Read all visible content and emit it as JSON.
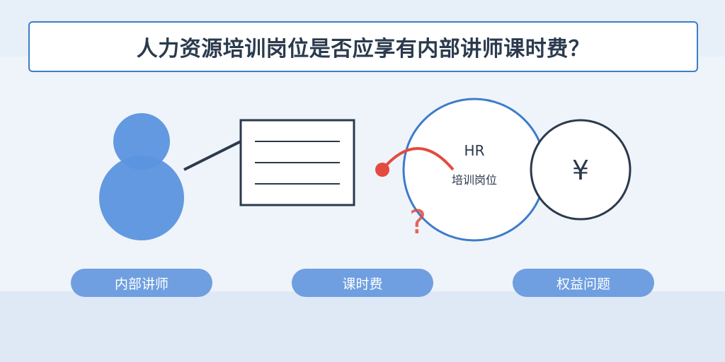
{
  "title": "人力资源培训岗位是否应享有内部讲师课时费？",
  "hr_circle": {
    "heading": "HR",
    "subtext": "培训岗位"
  },
  "money_symbol": "¥",
  "question_mark": "?",
  "labels": {
    "internal_trainer": "内部讲师",
    "class_fee": "课时费",
    "rights_issue": "权益问题"
  },
  "colors": {
    "accent_blue": "#3d7cc9",
    "figure_blue": "#5b93de",
    "dark": "#2b3a4d",
    "red": "#e34b3f"
  }
}
